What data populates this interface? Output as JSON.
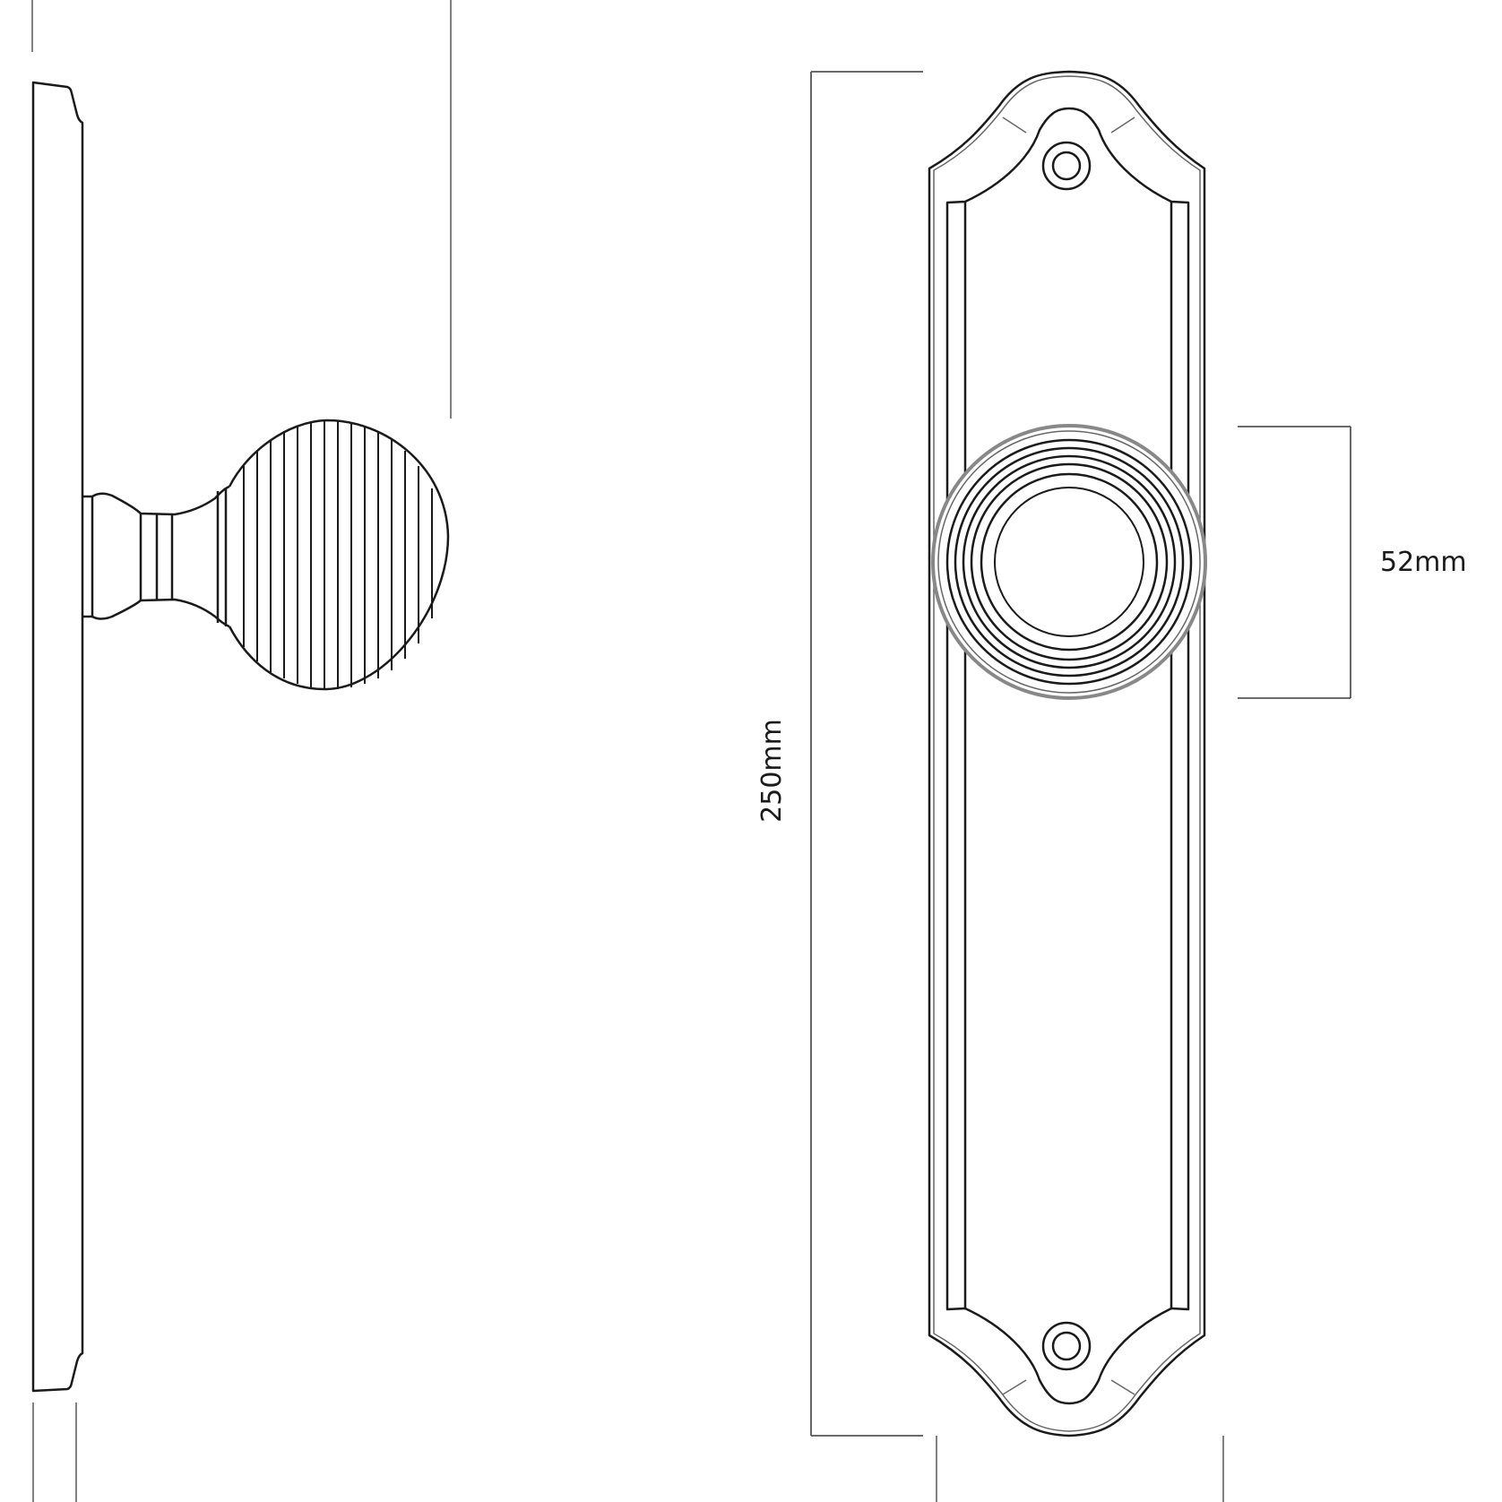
{
  "diagram": {
    "type": "technical-drawing",
    "subject": "reeded door knob on shaped backplate",
    "views": [
      {
        "id": "side-view",
        "label": "side profile"
      },
      {
        "id": "front-view",
        "label": "front elevation"
      }
    ],
    "dimensions": {
      "backplate_height": {
        "label": "250mm",
        "value": 250,
        "unit": "mm",
        "orientation": "vertical"
      },
      "rose_diameter": {
        "label": "52mm",
        "value": 52,
        "unit": "mm",
        "orientation": "vertical"
      }
    },
    "colors": {
      "line": "#1a1a1a",
      "dimension_line": "#555555",
      "background": "#ffffff"
    }
  }
}
